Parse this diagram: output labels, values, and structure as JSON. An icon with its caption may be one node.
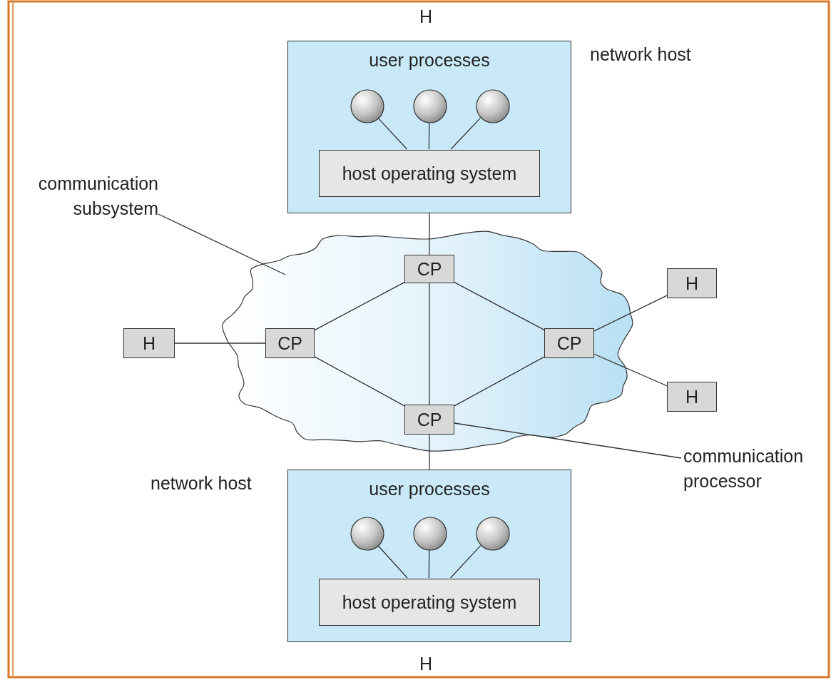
{
  "diagram": {
    "nodes": [
      {
        "text": [
          "user processes"
        ],
        "beside": [
          "H",
          "network host"
        ]
      },
      {
        "text": [],
        "shape": "circle",
        "in": 0
      },
      {
        "text": [],
        "shape": "circle",
        "in": 0
      },
      {
        "text": [],
        "shape": "circle",
        "in": 0
      },
      {
        "text": [
          "host operating system"
        ],
        "in": 0
      },
      {
        "text": [],
        "shape": "cloud"
      },
      {
        "text": [
          "CP"
        ],
        "in": 5
      },
      {
        "text": [
          "CP"
        ],
        "in": 5
      },
      {
        "text": [
          "CP"
        ],
        "in": 5
      },
      {
        "text": [
          "CP"
        ],
        "in": 5
      },
      {
        "text": [
          "H"
        ]
      },
      {
        "text": [
          "H"
        ]
      },
      {
        "text": [
          "H"
        ]
      },
      {
        "text": [
          "user processes"
        ],
        "beside": [
          "network host",
          "H"
        ]
      },
      {
        "text": [],
        "shape": "circle",
        "in": 13
      },
      {
        "text": [],
        "shape": "circle",
        "in": 13
      },
      {
        "text": [],
        "shape": "circle",
        "in": 13
      },
      {
        "text": [
          "host operating system"
        ],
        "in": 13
      },
      {
        "text": [
          "communication subsystem"
        ]
      },
      {
        "text": [
          "communication processor"
        ]
      }
    ],
    "edges": [
      {
        "from": 1,
        "to": 4,
        "arrow": "none"
      },
      {
        "from": 2,
        "to": 4,
        "arrow": "none"
      },
      {
        "from": 3,
        "to": 4,
        "arrow": "none"
      },
      {
        "from": 0,
        "to": 6,
        "arrow": "none"
      },
      {
        "from": 6,
        "to": 7,
        "arrow": "none"
      },
      {
        "from": 6,
        "to": 8,
        "arrow": "none"
      },
      {
        "from": 6,
        "to": 9,
        "arrow": "none"
      },
      {
        "from": 10,
        "to": 7,
        "arrow": "none"
      },
      {
        "from": 7,
        "to": 9,
        "arrow": "none"
      },
      {
        "from": 8,
        "to": 11,
        "arrow": "none"
      },
      {
        "from": 8,
        "to": 12,
        "arrow": "none"
      },
      {
        "from": 8,
        "to": 9,
        "arrow": "none"
      },
      {
        "from": 9,
        "to": 13,
        "arrow": "none"
      },
      {
        "from": 14,
        "to": 17,
        "arrow": "none"
      },
      {
        "from": 15,
        "to": 17,
        "arrow": "none"
      },
      {
        "from": 16,
        "to": 17,
        "arrow": "none"
      },
      {
        "from": 18,
        "to": 5,
        "arrow": "none"
      },
      {
        "from": 19,
        "to": 9,
        "arrow": "none"
      }
    ]
  }
}
